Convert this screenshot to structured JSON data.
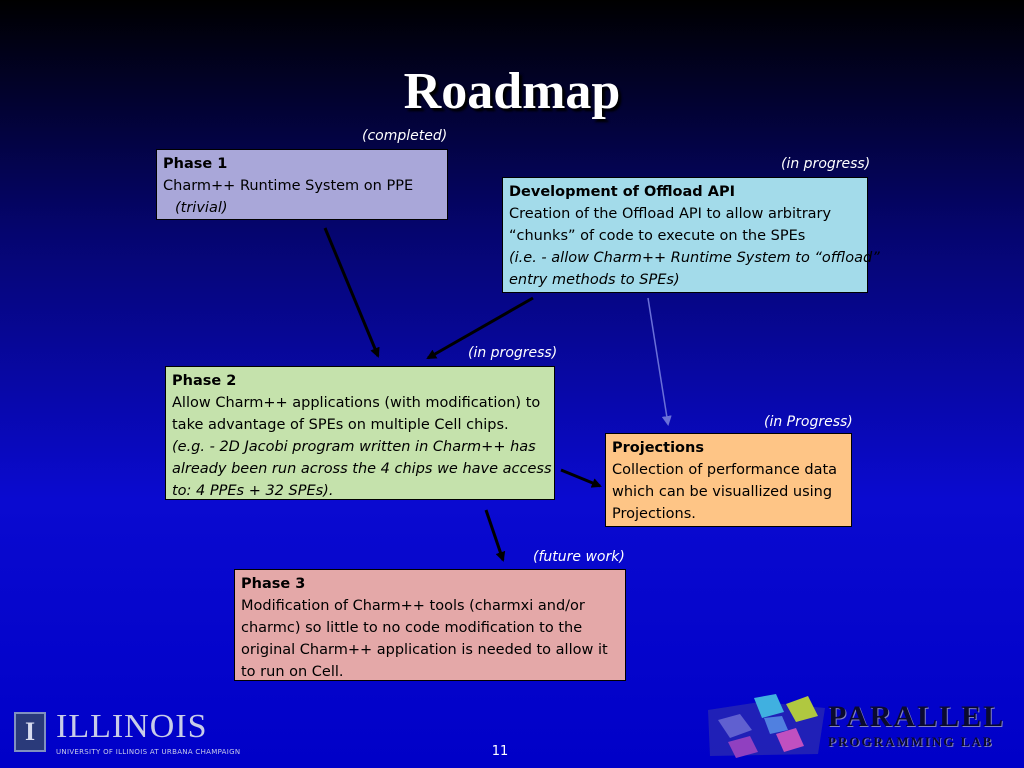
{
  "slide": {
    "title": "Roadmap",
    "page_number": "11"
  },
  "nodes": {
    "phase1": {
      "status": "(completed)",
      "heading": "Phase 1",
      "lines": [
        "Charm++ Runtime System on PPE"
      ],
      "italic_lines": [
        "(trivial)"
      ],
      "color": "#a9a7d9"
    },
    "offload": {
      "status": "(in progress)",
      "heading": "Development of Offload API",
      "lines": [
        "Creation of the Offload API to allow arbitrary",
        "“chunks” of code to execute on the SPEs"
      ],
      "italic_lines": [
        "(i.e. - allow Charm++ Runtime System to “offload”",
        "entry methods to SPEs)"
      ],
      "color": "#a3dbea"
    },
    "phase2": {
      "status": "(in progress)",
      "heading": "Phase 2",
      "lines": [
        "Allow Charm++ applications (with modification) to",
        "take advantage of SPEs on multiple Cell chips."
      ],
      "italic_lines": [
        "(e.g. - 2D Jacobi program written in Charm++ has",
        "already been run across the 4 chips we have access",
        "to:  4 PPEs + 32 SPEs)."
      ],
      "color": "#c5e2ac"
    },
    "projections": {
      "status": "(in Progress)",
      "heading": "Projections",
      "lines": [
        "Collection of performance data",
        "which can be visuallized using",
        "Projections."
      ],
      "italic_lines": [],
      "color": "#fec586"
    },
    "phase3": {
      "status": "(future work)",
      "heading": "Phase 3",
      "lines": [
        "Modification of Charm++ tools (charmxi and/or",
        "charmc) so little to no code modification to the",
        "original Charm++ application is needed to allow it",
        "to run on Cell."
      ],
      "italic_lines": [],
      "color": "#e4a8a8"
    }
  },
  "edges": [
    {
      "from": "phase1",
      "to": "phase2",
      "style": "solid"
    },
    {
      "from": "offload",
      "to": "phase2",
      "style": "solid"
    },
    {
      "from": "offload",
      "to": "projections",
      "style": "faint"
    },
    {
      "from": "phase2",
      "to": "projections",
      "style": "solid"
    },
    {
      "from": "phase2",
      "to": "phase3",
      "style": "solid"
    }
  ],
  "logos": {
    "left_mark": "I",
    "left_name": "ILLINOIS",
    "left_sub": "UNIVERSITY OF ILLINOIS AT URBANA CHAMPAIGN",
    "right_title": "PARALLEL",
    "right_sub": "PROGRAMMING LAB"
  },
  "colors": {
    "text": "#ffffff",
    "arrow": "#000000",
    "faint_arrow": "#6a70d8"
  }
}
